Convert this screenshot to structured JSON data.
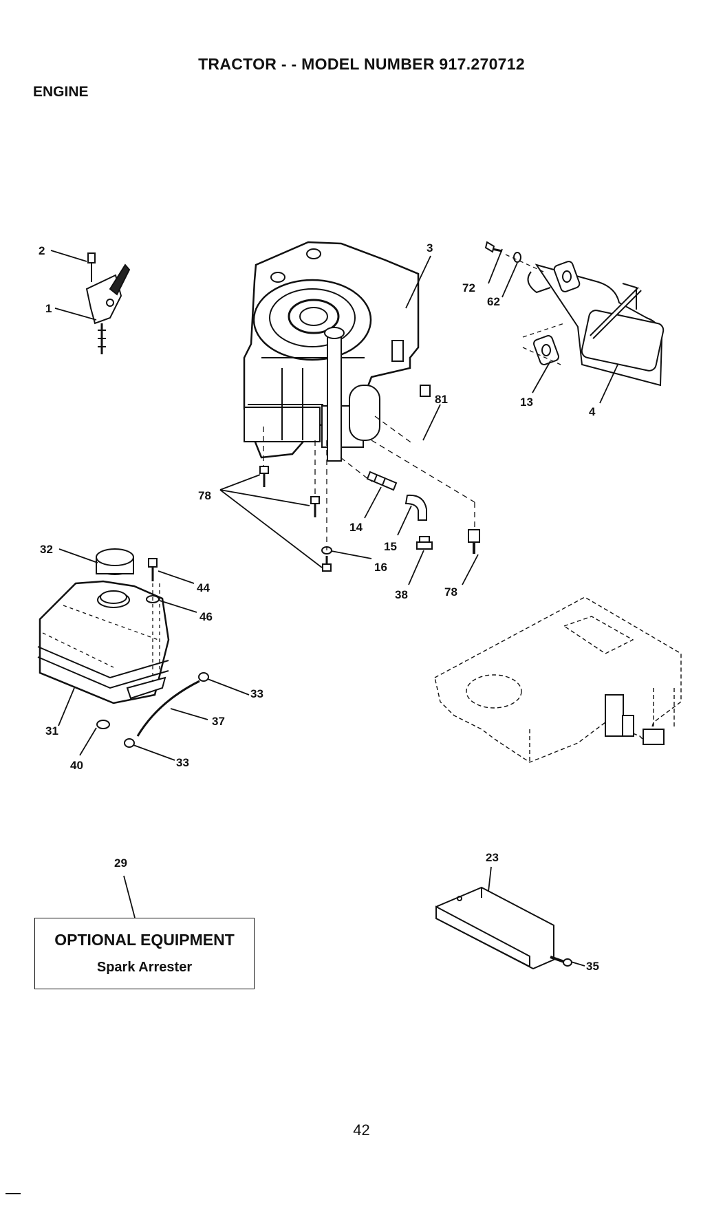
{
  "header": {
    "title": "TRACTOR - - MODEL NUMBER 917.270712",
    "section": "ENGINE"
  },
  "callouts": {
    "c1": "1",
    "c2": "2",
    "c3": "3",
    "c4": "4",
    "c13": "13",
    "c14": "14",
    "c15": "15",
    "c16": "16",
    "c23": "23",
    "c29": "29",
    "c31": "31",
    "c32": "32",
    "c33a": "33",
    "c33b": "33",
    "c35": "35",
    "c37": "37",
    "c38": "38",
    "c40": "40",
    "c44": "44",
    "c46": "46",
    "c62": "62",
    "c72": "72",
    "c78a": "78",
    "c78b": "78",
    "c81": "81"
  },
  "optional_equipment": {
    "heading": "OPTIONAL EQUIPMENT",
    "item": "Spark Arrester"
  },
  "footer": {
    "page_number": "42"
  }
}
